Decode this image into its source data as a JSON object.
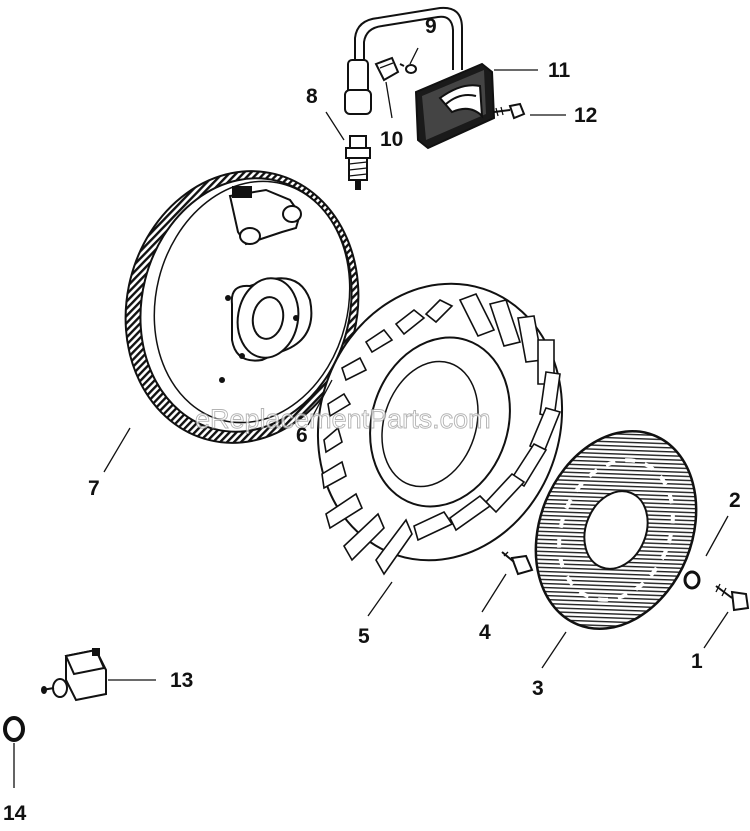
{
  "callouts": {
    "c1": "1",
    "c2": "2",
    "c3": "3",
    "c4": "4",
    "c5": "5",
    "c6": "6",
    "c7": "7",
    "c8": "8",
    "c9": "9",
    "c10": "10",
    "c11": "11",
    "c12": "12",
    "c13": "13",
    "c14": "14"
  },
  "watermark": "eReplacementParts.com"
}
